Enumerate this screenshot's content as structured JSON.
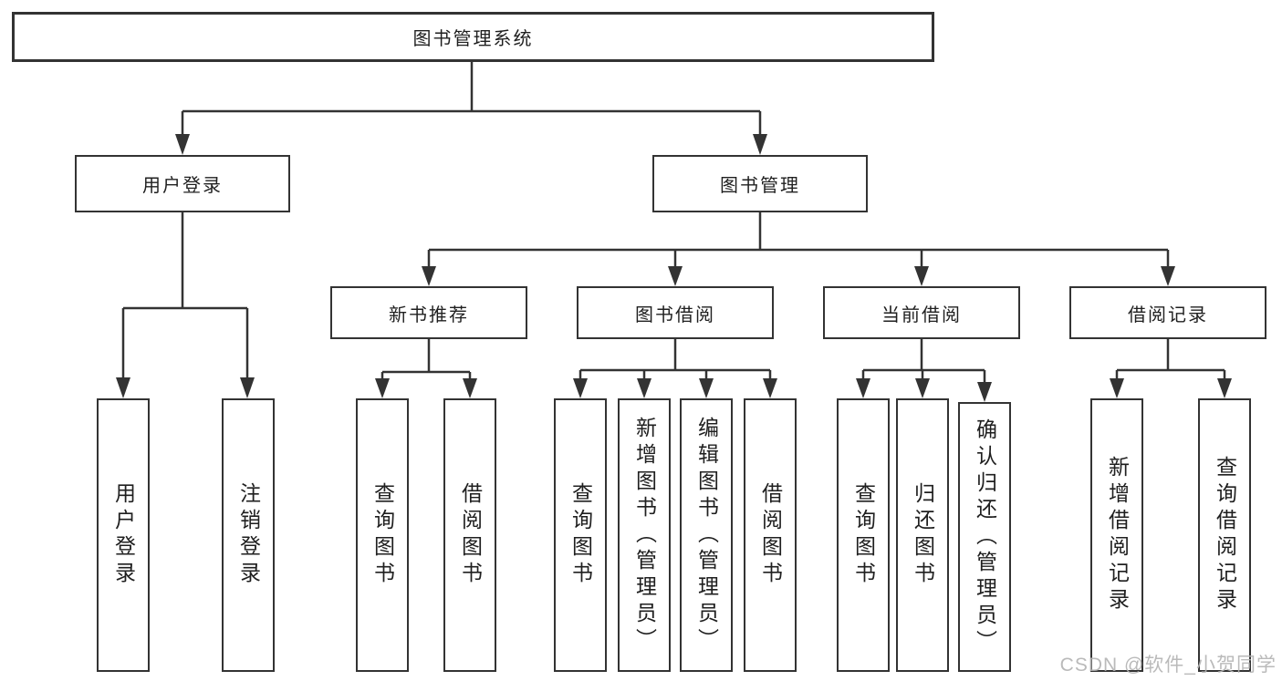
{
  "diagram": {
    "root": {
      "label": "图书管理系统"
    },
    "branches": [
      {
        "label": "用户登录",
        "children": [
          {
            "label": "用户登录"
          },
          {
            "label": "注销登录"
          }
        ]
      },
      {
        "label": "图书管理",
        "children": [
          {
            "label": "新书推荐",
            "children": [
              {
                "label": "查询图书"
              },
              {
                "label": "借阅图书"
              }
            ]
          },
          {
            "label": "图书借阅",
            "children": [
              {
                "label": "查询图书"
              },
              {
                "label": "新增图书（管理员）"
              },
              {
                "label": "编辑图书（管理员）"
              },
              {
                "label": "借阅图书"
              }
            ]
          },
          {
            "label": "当前借阅",
            "children": [
              {
                "label": "查询图书"
              },
              {
                "label": "归还图书"
              },
              {
                "label": "确认归还（管理员）"
              }
            ]
          },
          {
            "label": "借阅记录",
            "children": [
              {
                "label": "新增借阅记录"
              },
              {
                "label": "查询借阅记录"
              }
            ]
          }
        ]
      }
    ]
  },
  "watermark": {
    "text": "CSDN @软件_小贺同学"
  },
  "colors": {
    "line": "#333333",
    "box_border": "#333333",
    "text": "#1f1f1f",
    "watermark": "#b3b3b3",
    "background": "#ffffff"
  }
}
